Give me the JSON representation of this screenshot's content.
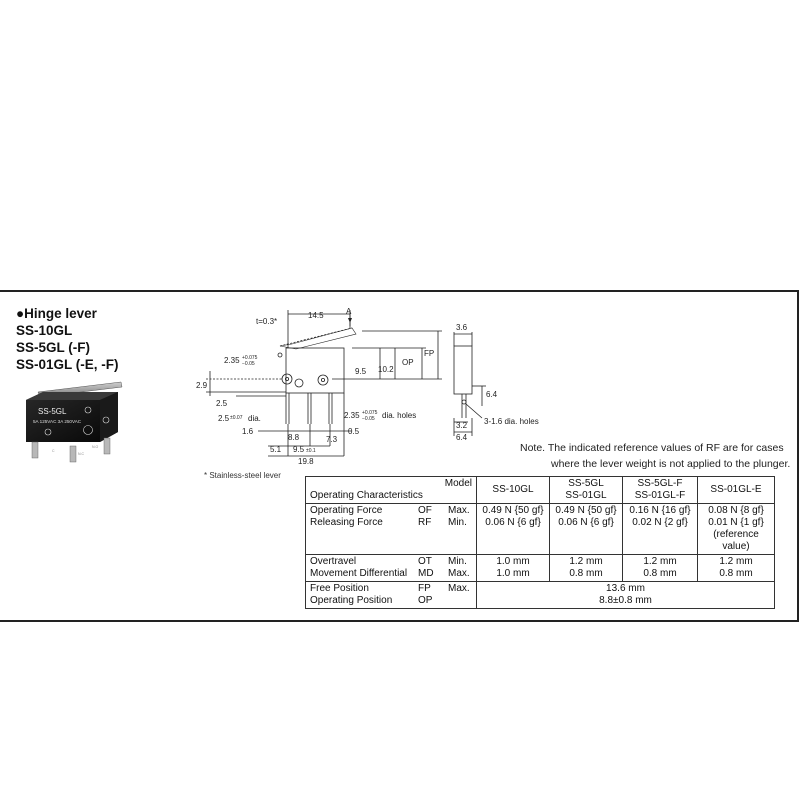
{
  "heading": {
    "bullet": "●",
    "lines": [
      "Hinge lever",
      "SS-10GL",
      "SS-5GL (-F)",
      "SS-01GL (-E, -F)"
    ]
  },
  "product_image": {
    "marking1": "SS-5GL",
    "marking2": "5A 125VAC 3A 250VAC",
    "terminals": [
      "C",
      "N.C",
      "N.O"
    ]
  },
  "drawing": {
    "t_label": "t=0.3*",
    "a_label": "A",
    "dims": {
      "d14_5": "14.5",
      "d2_35": "2.35",
      "d2_35_tol_top": "+0.075",
      "d2_35_tol_bot": "−0.05",
      "d2_9": "2.9",
      "d2_5": "2.5",
      "d9_5": "9.5",
      "d10_2": "10.2",
      "op": "OP",
      "fp": "FP",
      "d2_5_dia": "2.5",
      "d2_5_dia_tol": "±0.07",
      "dia": "dia.",
      "d2_35_holes": "2.35",
      "holes_tol_top": "+0.075",
      "holes_tol_bot": "−0.05",
      "holes_text": "dia. holes",
      "d1_6": "1.6",
      "d8_8": "8.8",
      "d0_5": "0.5",
      "d7_3": "7.3",
      "d5_1": "5.1",
      "d9_5b": "9.5",
      "d9_5b_tol": "±0.1",
      "d19_8": "19.8",
      "d3_6": "3.6",
      "d6_4": "6.4",
      "d3_2": "3.2",
      "d6_4b": "6.4",
      "d3_1_6": "3-1.6 dia. holes"
    }
  },
  "footnote": "* Stainless-steel lever",
  "note": {
    "line1": "Note. The indicated reference values of RF are for cases",
    "line2": "where the lever weight is not applied to the plunger."
  },
  "table": {
    "header": {
      "model": "Model",
      "operating_characteristics": "Operating Characteristics",
      "col1": "SS-10GL",
      "col2_a": "SS-5GL",
      "col2_b": "SS-01GL",
      "col3_a": "SS-5GL-F",
      "col3_b": "SS-01GL-F",
      "col4": "SS-01GL-E"
    },
    "groups": [
      {
        "names": [
          "Operating Force",
          "Releasing Force"
        ],
        "codes": [
          "OF",
          "RF"
        ],
        "limits": [
          "Max.",
          "Min."
        ],
        "c1": [
          "0.49 N {50 gf}",
          "0.06 N {6 gf}"
        ],
        "c2": [
          "0.49 N {50 gf}",
          "0.06 N {6 gf}"
        ],
        "c3": [
          "0.16 N {16 gf}",
          "0.02 N {2 gf}"
        ],
        "c4": [
          "0.08 N {8 gf}",
          "0.01 N {1 gf}",
          "(reference value)"
        ]
      },
      {
        "names": [
          "Overtravel",
          "Movement Differential"
        ],
        "codes": [
          "OT",
          "MD"
        ],
        "limits": [
          "Min.",
          "Max."
        ],
        "c1": [
          "1.0 mm",
          "1.0 mm"
        ],
        "c2": [
          "1.2 mm",
          "0.8 mm"
        ],
        "c3": [
          "1.2 mm",
          "0.8 mm"
        ],
        "c4": [
          "1.2 mm",
          "0.8 mm"
        ]
      },
      {
        "names": [
          "Free Position",
          "Operating Position"
        ],
        "codes": [
          "FP",
          "OP"
        ],
        "limits": [
          "Max.",
          ""
        ],
        "merged": [
          "13.6 mm",
          "8.8±0.8 mm"
        ]
      }
    ]
  }
}
